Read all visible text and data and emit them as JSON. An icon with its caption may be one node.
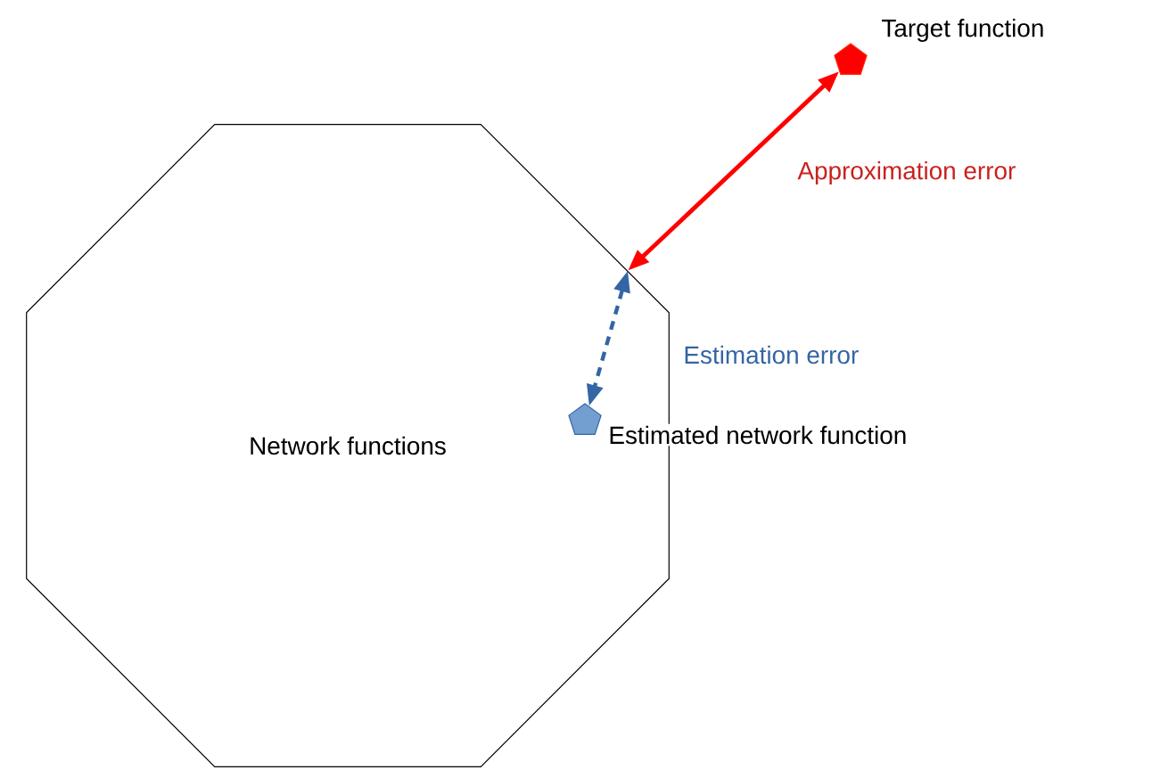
{
  "diagram": {
    "nodes": [
      {
        "text": [
          "Network functions"
        ]
      },
      {
        "text": [],
        "shape": "pentagon",
        "beside": [
          "Target function"
        ]
      },
      {
        "text": [],
        "shape": "pentagon",
        "in": 0,
        "beside": [
          "Estimated network function"
        ]
      }
    ],
    "edges": [
      {
        "from": 1,
        "to": 0,
        "arrow": "both",
        "label": "Approximation error",
        "color": "#ff0000"
      },
      {
        "from": 0,
        "to": 2,
        "arrow": "both",
        "label": "Estimation error",
        "style": "dashed",
        "color": "#3465a4"
      }
    ]
  }
}
